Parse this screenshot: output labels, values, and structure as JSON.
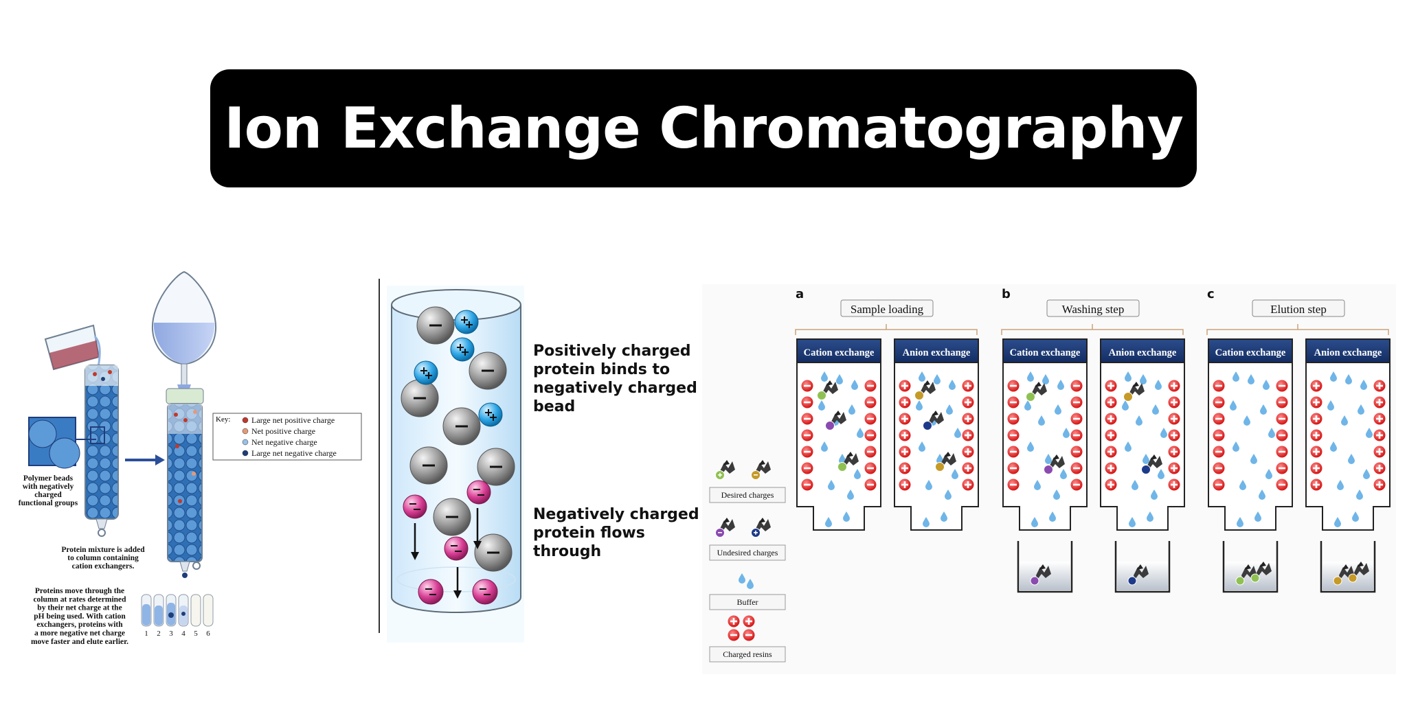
{
  "title": "Ion Exchange Chromatography",
  "left_panel": {
    "key_title": "Key:",
    "key_items": [
      {
        "label": "Large net positive charge",
        "color": "#c0392b"
      },
      {
        "label": "Net positive charge",
        "color": "#e39a7a"
      },
      {
        "label": "Net negative charge",
        "color": "#9cc0e6"
      },
      {
        "label": "Large net negative charge",
        "color": "#1f3d7a"
      }
    ],
    "beads_caption": [
      "Polymer beads",
      "with negatively",
      "charged",
      "functional groups"
    ],
    "mixture_caption": [
      "Protein mixture is added",
      "to column containing",
      "cation exchangers."
    ],
    "elution_caption": [
      "Proteins move through the",
      "column at rates determined",
      "by their net charge at the",
      "pH being used. With cation",
      "exchangers, proteins with",
      "a more negative net charge",
      "move faster and elute earlier."
    ],
    "tube_numbers": [
      "1",
      "2",
      "3",
      "4",
      "5",
      "6"
    ]
  },
  "middle_panel": {
    "label_top": [
      "Positively charged",
      "protein binds to",
      "negatively charged",
      "bead"
    ],
    "label_bottom": [
      "Negatively charged",
      "protein flows",
      "through"
    ]
  },
  "right_panel": {
    "legend": [
      "Desired charges",
      "Undesired charges",
      "Buffer",
      "Charged resins"
    ],
    "steps": [
      {
        "letter": "a",
        "title": "Sample loading"
      },
      {
        "letter": "b",
        "title": "Washing step"
      },
      {
        "letter": "c",
        "title": "Elution step"
      }
    ],
    "column_labels": [
      "Cation exchange",
      "Anion exchange"
    ]
  }
}
